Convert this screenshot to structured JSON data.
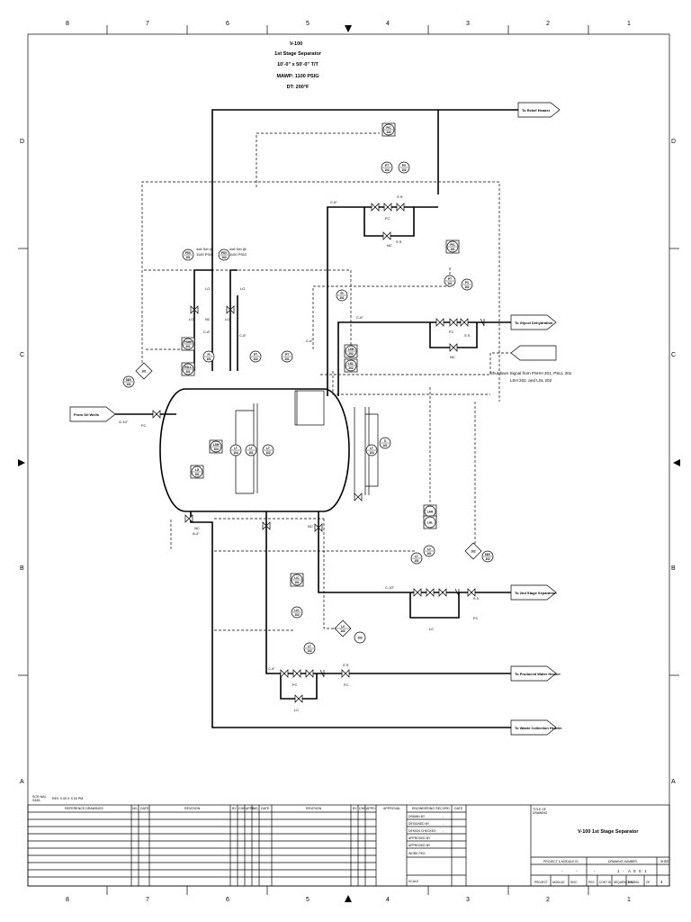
{
  "frame": {
    "columns": [
      "8",
      "7",
      "6",
      "5",
      "4",
      "3",
      "2",
      "1"
    ],
    "rows": [
      "D",
      "C",
      "B",
      "A"
    ]
  },
  "vessel": {
    "header": [
      "V-100",
      "1st Stage Separator",
      "10'-0\" x 50'-0\" T/T",
      "MAWP: 1100 PSIG",
      "DT: 200°F"
    ]
  },
  "streams": {
    "inlet": "From Oil Wells",
    "relief": "To Relief Header",
    "gas": "To Glycol Dehydration",
    "shutdown": "",
    "oil": "To 2nd Stage Separation",
    "water": "To Produced Water Header",
    "waste": "To Waste Collection Header"
  },
  "shutdown_note": [
    "Shutdown Signal from PSHH 201, PSLL 201",
    "LSH 202, and LSL 202"
  ],
  "pipe_labels": {
    "inlet": "G-10\"",
    "gas_top": "C-6\"",
    "gas_mid": "C-6\"",
    "psv_a": "C-6\"",
    "psv_b": "C-6\"",
    "vertical": "C-6\"",
    "drain": "A-4\"",
    "oil": "C-10\"",
    "water": "C-4\""
  },
  "psv_sets": [
    [
      "4x6 Set @",
      "1100 PSIG"
    ],
    [
      "4x6 Set @",
      "1100 PSIG"
    ]
  ],
  "valve_tags": {
    "fc": "FC",
    "nc": "NC",
    "lo": "LO",
    "lc": "LC",
    "ss": "S  S"
  },
  "instruments": [
    {
      "top": "PSV",
      "bot": "101"
    },
    {
      "top": "PSV",
      "bot": "102"
    },
    {
      "top": "SDV",
      "bot": "101"
    },
    {
      "top": "",
      "bot": "101"
    },
    {
      "top": "PSHH",
      "bot": "201"
    },
    {
      "top": "PSLL",
      "bot": "201"
    },
    {
      "top": "PI",
      "bot": "101"
    },
    {
      "top": "PT",
      "bot": "102"
    },
    {
      "top": "PT",
      "bot": "101"
    },
    {
      "top": "PIC",
      "bot": "102"
    },
    {
      "top": "PT",
      "bot": "102"
    },
    {
      "top": "PV",
      "bot": "102"
    },
    {
      "top": "PIC",
      "bot": "101"
    },
    {
      "top": "PT",
      "bot": "101"
    },
    {
      "top": "PV",
      "bot": "101"
    },
    {
      "top": "PI",
      "bot": "101"
    },
    {
      "top": "LSH",
      "bot": "202"
    },
    {
      "top": "LSL",
      "bot": "202"
    },
    {
      "top": "LSH",
      "bot": "104"
    },
    {
      "top": "LG",
      "bot": "101"
    },
    {
      "top": "LT",
      "bot": "104"
    },
    {
      "top": "LT",
      "bot": "101"
    },
    {
      "top": "LT",
      "bot": "102"
    },
    {
      "top": "LT",
      "bot": "103"
    },
    {
      "top": "TI",
      "bot": "101"
    },
    {
      "top": "LIC",
      "bot": "101"
    },
    {
      "top": "LAH",
      "bot": ""
    },
    {
      "top": "LAL",
      "bot": ""
    },
    {
      "top": "LT",
      "bot": "101"
    },
    {
      "top": "LV",
      "bot": "101"
    },
    {
      "top": "",
      "bot": "102"
    },
    {
      "top": "SDV",
      "bot": "102"
    },
    {
      "top": "LIC",
      "bot": "102"
    },
    {
      "top": "LT",
      "bot": "102"
    },
    {
      "top": "LV",
      "bot": "102"
    },
    {
      "top": "",
      "bot": "103"
    },
    {
      "top": "SDV",
      "bot": "103"
    }
  ],
  "title_block": {
    "small_notes": [
      "SCR.NAL",
      "S&DL",
      "REV. 0.00 X  S.00 PM"
    ],
    "headers": {
      "ref": "REFERENCE DRAWINGS",
      "no": "NO.",
      "date": "DATE",
      "revision": "REVISION",
      "by": "BY",
      "chk": "CHK",
      "appd": "APPD",
      "approval": "APPROVAL",
      "eng_record": "ENGINEERING RECORD",
      "rec_date": "DATE"
    },
    "record_rows": [
      "DRAWN BY",
      "DESIGNED BY",
      "DESIGN CHECKED",
      "APPROVED BY",
      "APPROVED BY",
      "WORK PKG",
      "SCALE"
    ],
    "record_marks": [
      "-",
      "-",
      "-"
    ],
    "title_of_drawing": [
      "TITLE OF",
      "DRAWING"
    ],
    "title": "V-100 1st Stage Separator",
    "project_module": "PROJECT & MODULE ID",
    "drawing_number": "DRAWING NUMBER",
    "sheet": "SHEET",
    "number_marks": [
      "-",
      "-",
      "-",
      "1",
      "-",
      "A",
      "0",
      "0",
      "1"
    ],
    "bottom_labels": [
      "PROJECT",
      "MODULE",
      "DISC",
      "PKG",
      "CONT ID",
      "SEQUENCE NO.",
      "REV NO",
      "OF",
      "4"
    ]
  }
}
